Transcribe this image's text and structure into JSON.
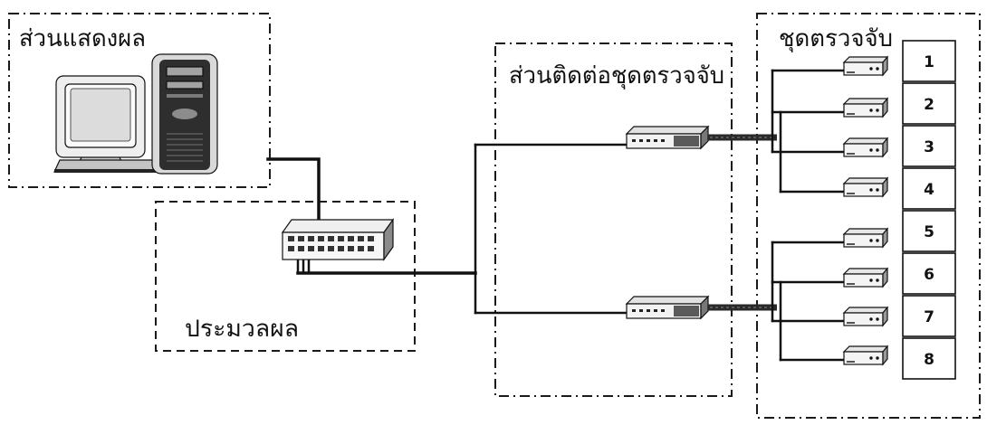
{
  "display_section": {
    "label": "ส่วนแสดงผล",
    "icons": [
      "monitor-icon",
      "keyboard-icon",
      "pc-tower-icon"
    ]
  },
  "processing_section": {
    "label": "ประมวลผล",
    "icons": [
      "network-hub-icon"
    ]
  },
  "interface_section": {
    "label": "ส่วนติดต่อชุดตรวจจับ",
    "icons": [
      "interface-device-icon",
      "interface-device-icon"
    ]
  },
  "detector_section": {
    "label": "ชุดตรวจจับ",
    "units": [
      "1",
      "2",
      "3",
      "4",
      "5",
      "6",
      "7",
      "8"
    ],
    "unit_icon": "detector-device-icon"
  },
  "colors": {
    "line": "#111111",
    "cable": "#2a2a2a",
    "background": "#ffffff",
    "device_fill": "#f2f2f2"
  }
}
